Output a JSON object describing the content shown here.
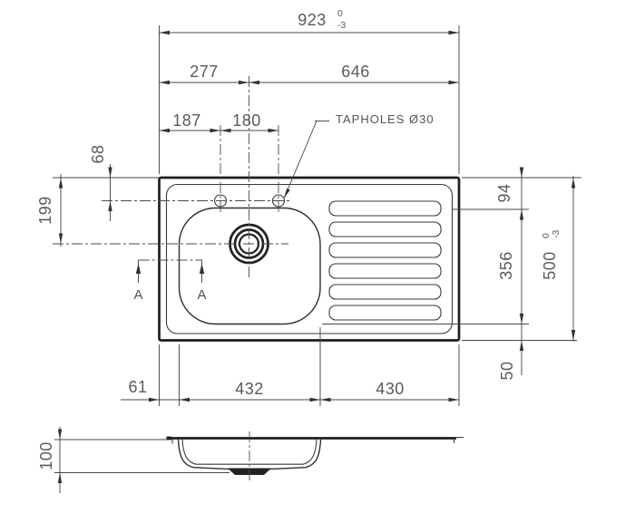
{
  "annotation": {
    "tapholes_label": "TAPHOLES Ø30"
  },
  "plan_view": {
    "width_overall": {
      "value": "923",
      "tol_upper": "0",
      "tol_lower": "-3"
    },
    "width_left_of_drain": "277",
    "width_right_of_drain": "646",
    "taphole_edge_offset": "187",
    "taphole_spacing": "180",
    "taphole_depth_offset": "68",
    "drain_depth_offset": "199",
    "height_overall": {
      "value": "500",
      "tol_upper": "0",
      "tol_lower": "-3"
    },
    "bowl_top_offset": "94",
    "bowl_height": "356",
    "bowl_bottom_margin": "50",
    "left_margin": "61",
    "bowl_width": "432",
    "drainboard_width": "430",
    "section_label_left": "A",
    "section_label_right": "A"
  },
  "section_view": {
    "depth": "100"
  },
  "colors": {
    "line": "#2e2e2e",
    "dimension_text": "#5a5a5a",
    "background": "#ffffff"
  }
}
